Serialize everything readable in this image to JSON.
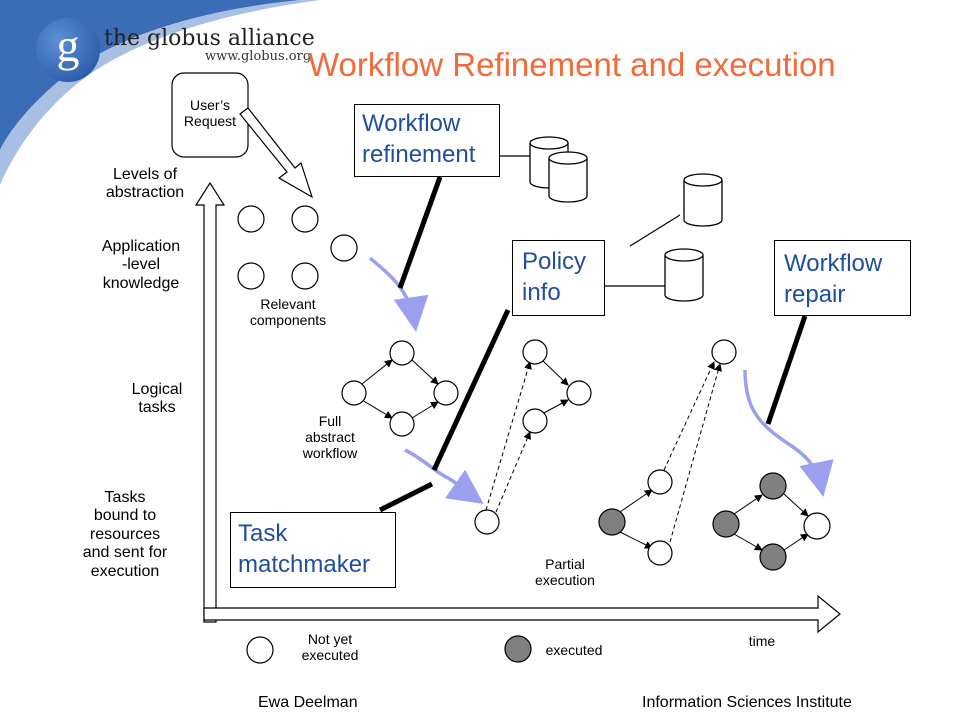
{
  "slide": {
    "title": "Workflow Refinement and execution",
    "title_color": "#f36a3a",
    "accent_blue": "#3a6db5",
    "footer_left": "Ewa Deelman",
    "footer_right": "Information Sciences Institute"
  },
  "logo": {
    "letter": "g",
    "name": "the globus alliance",
    "url": "www.globus.org"
  },
  "axis_labels": {
    "y_axis": "Levels of\nabstraction",
    "app_knowledge": "Application\n-level\nknowledge",
    "logical_tasks": "Logical\ntasks",
    "tasks_bound": "Tasks\nbound to\nresources\nand sent for\nexecution",
    "time": "time"
  },
  "labels": {
    "users_request": "User’s\nRequest",
    "relevant_components": "Relevant\ncomponents",
    "full_abstract_workflow": "Full\nabstract\nworkflow",
    "partial_execution": "Partial\nexecution"
  },
  "boxes": {
    "workflow_refinement": "Workflow\nrefinement",
    "policy_info": "Policy\ninfo",
    "workflow_repair": "Workflow\nrepair",
    "task_matchmaker": "Task\nmatchmaker"
  },
  "legend": {
    "not_executed": "Not yet\nexecuted",
    "executed": "executed",
    "executed_color": "#808080"
  }
}
